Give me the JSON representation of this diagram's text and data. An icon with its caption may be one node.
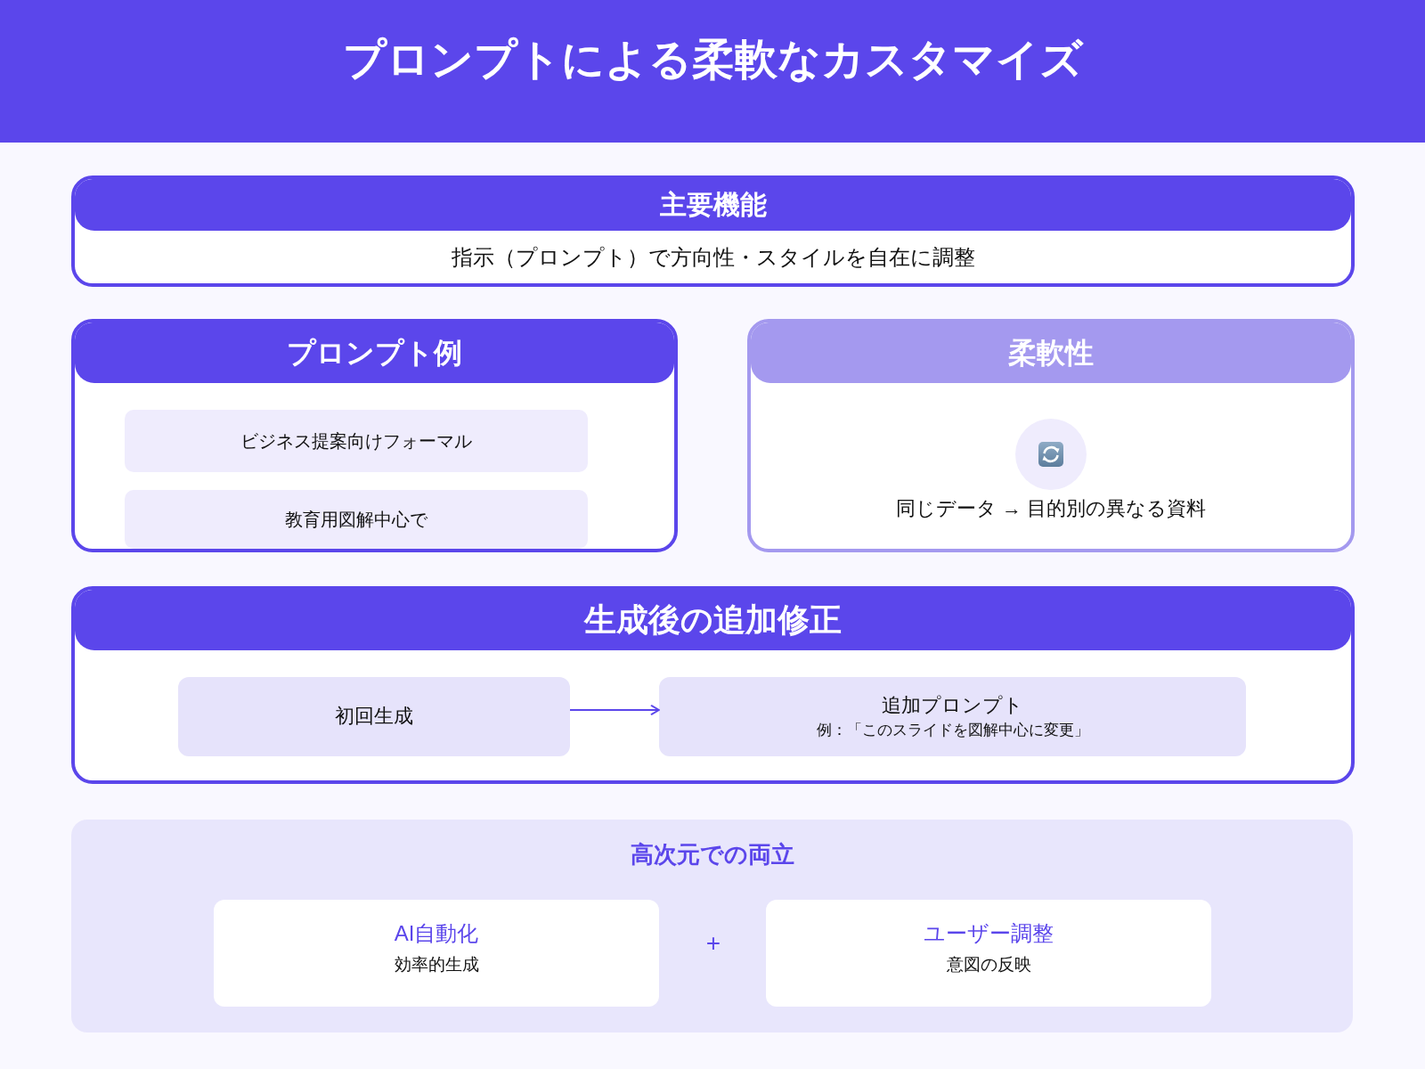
{
  "diagram": {
    "title": "プロンプトによる柔軟なカスタマイズ",
    "nodes": [
      {
        "text": [
          "主要機能",
          "指示（プロンプト）で方向性・スタイルを自在に調整"
        ]
      },
      {
        "text": [
          "プロンプト例"
        ]
      },
      {
        "text": [
          "ビジネス提案向けフォーマル"
        ],
        "in": 1
      },
      {
        "text": [
          "教育用図解中心で"
        ],
        "in": 1
      },
      {
        "text": [
          "柔軟性",
          "同じデータ → 目的別の異なる資料"
        ]
      },
      {
        "text": [
          "生成後の追加修正"
        ]
      },
      {
        "text": [
          "初回生成"
        ],
        "in": 5
      },
      {
        "text": [
          "追加プロンプト",
          "例：「このスライドを図解中心に変更」"
        ],
        "in": 5
      },
      {
        "text": [
          "高次元での両立"
        ]
      },
      {
        "text": [
          "AI自動化",
          "効率的生成"
        ],
        "in": 8
      },
      {
        "text": [
          "ユーザー調整",
          "意図の反映"
        ],
        "in": 8
      }
    ],
    "edges": [
      {
        "from": 6,
        "to": 7,
        "arrow": "to"
      }
    ],
    "labels": [
      "+"
    ]
  }
}
